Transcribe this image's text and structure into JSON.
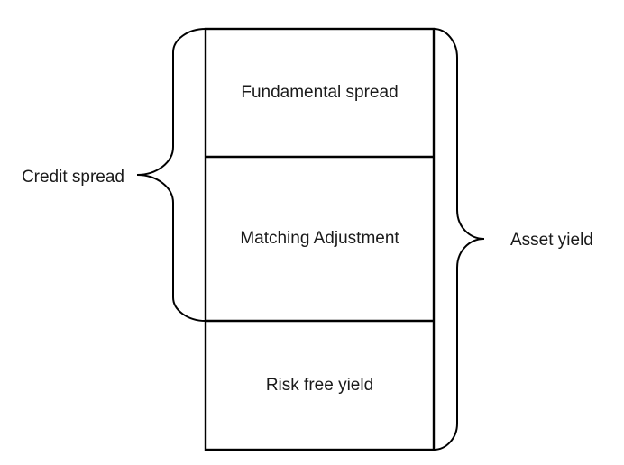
{
  "colors": {
    "line": "#000000",
    "text": "#1a1a1a",
    "background": "#ffffff"
  },
  "diagram": {
    "type": "stacked-box-with-braces",
    "segments": [
      {
        "label": "Fundamental spread"
      },
      {
        "label": "Matching Adjustment"
      },
      {
        "label": "Risk free yield"
      }
    ],
    "left_brace": {
      "label": "Credit spread",
      "spans_segments": [
        "Fundamental spread",
        "Matching Adjustment"
      ]
    },
    "right_brace": {
      "label": "Asset yield",
      "spans_segments": [
        "Fundamental spread",
        "Matching Adjustment",
        "Risk free yield"
      ]
    }
  }
}
